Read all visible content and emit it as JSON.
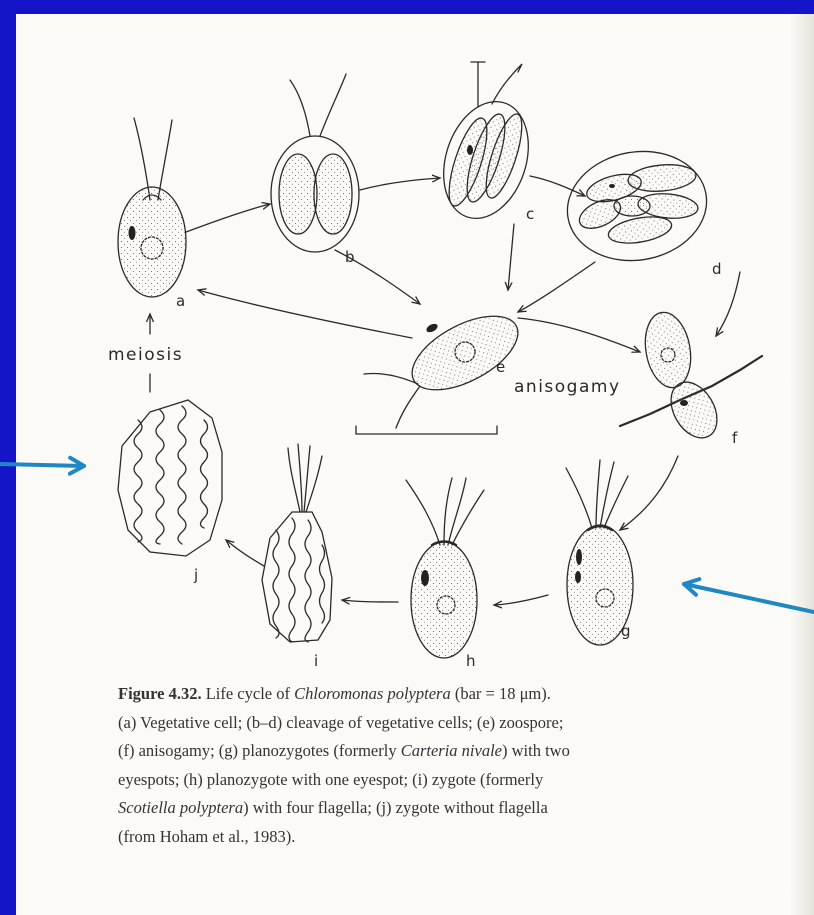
{
  "diagram": {
    "labels": {
      "a": "a",
      "b": "b",
      "c": "c",
      "d": "d",
      "e": "e",
      "f": "f",
      "g": "g",
      "h": "h",
      "i": "i",
      "j": "j"
    },
    "meiosis": "meiosis",
    "anisogamy": "anisogamy"
  },
  "caption": {
    "figure_number": "Figure 4.32.",
    "line1_a": " Life cycle of ",
    "line1_species": "Chloromonas polyptera",
    "line1_b": " (bar = 18 μm).",
    "line2": "(a) Vegetative cell; (b–d) cleavage of vegetative cells; (e) zoospore;",
    "line3_a": "(f) anisogamy; (g) planozygotes (formerly ",
    "line3_species": "Carteria nivale",
    "line3_b": ") with two",
    "line4": "eyespots; (h) planozygote with one eyespot; (i) zygote (formerly",
    "line5_species": "Scotiella polyptera",
    "line5_b": ") with four flagella; (j) zygote without flagella",
    "line6": "(from Hoham et al., 1983)."
  },
  "colors": {
    "slide_background": "#1414c8",
    "page": "#fbfaf7",
    "pointer_arrow": "#1e88c4",
    "ink": "#2a2a2a"
  }
}
